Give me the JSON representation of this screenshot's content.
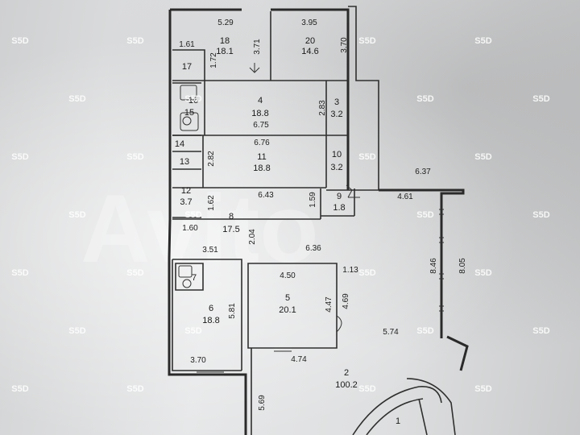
{
  "watermark": {
    "tag": "S5D",
    "brand": "Avito"
  },
  "rooms": [
    {
      "id": "18",
      "area": "18.1"
    },
    {
      "id": "20",
      "area": "14.6"
    },
    {
      "id": "17",
      "area": ""
    },
    {
      "id": "15",
      "area": ""
    },
    {
      "id": "16",
      "area": ""
    },
    {
      "id": "4",
      "area": "18.8"
    },
    {
      "id": "3",
      "area": "3.2"
    },
    {
      "id": "14",
      "area": ""
    },
    {
      "id": "13",
      "area": ""
    },
    {
      "id": "11",
      "area": "18.8"
    },
    {
      "id": "10",
      "area": "3.2"
    },
    {
      "id": "12",
      "area": "3.7"
    },
    {
      "id": "9",
      "area": "1.8"
    },
    {
      "id": "8",
      "area": "17.5"
    },
    {
      "id": "7",
      "area": ""
    },
    {
      "id": "6",
      "area": "18.8"
    },
    {
      "id": "5",
      "area": "20.1"
    },
    {
      "id": "2",
      "area": "100.2"
    },
    {
      "id": "1",
      "area": ""
    }
  ],
  "dimensions": [
    "5.29",
    "3.95",
    "1.61",
    "3.71",
    "3.70",
    "1.72",
    "2.83",
    "6.75",
    "6.76",
    "2.82",
    "6.37",
    "6.43",
    "1.59",
    "4.61",
    "1.62",
    "1.60",
    "2.04",
    "3.51",
    "6.36",
    "4.50",
    "1.13",
    "8.46",
    "8.05",
    "5.81",
    "4.47",
    "4.69",
    "5.74",
    "3.70",
    "4.74",
    "5.69"
  ]
}
